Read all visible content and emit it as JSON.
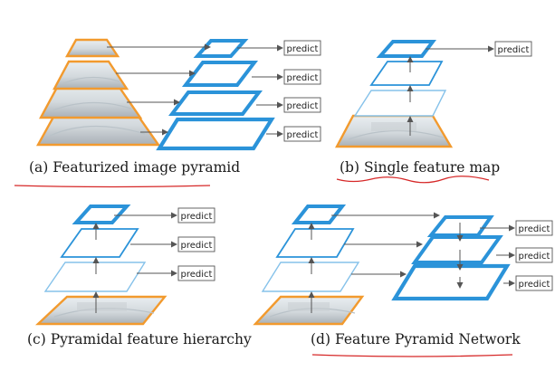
{
  "panels": {
    "a": {
      "caption": "(a) Featurized image pyramid",
      "predict": [
        "predict",
        "predict",
        "predict",
        "predict"
      ]
    },
    "b": {
      "caption": "(b) Single feature map",
      "predict": [
        "predict"
      ]
    },
    "c": {
      "caption": "(c) Pyramidal feature hierarchy",
      "predict": [
        "predict",
        "predict",
        "predict"
      ]
    },
    "d": {
      "caption": "(d) Feature Pyramid Network",
      "predict": [
        "predict",
        "predict",
        "predict"
      ]
    }
  },
  "colors": {
    "image_border": "#f29a2e",
    "feature_border": "#2b93d9",
    "feature_border_light": "#86c2ea",
    "underline": "#d62828"
  }
}
